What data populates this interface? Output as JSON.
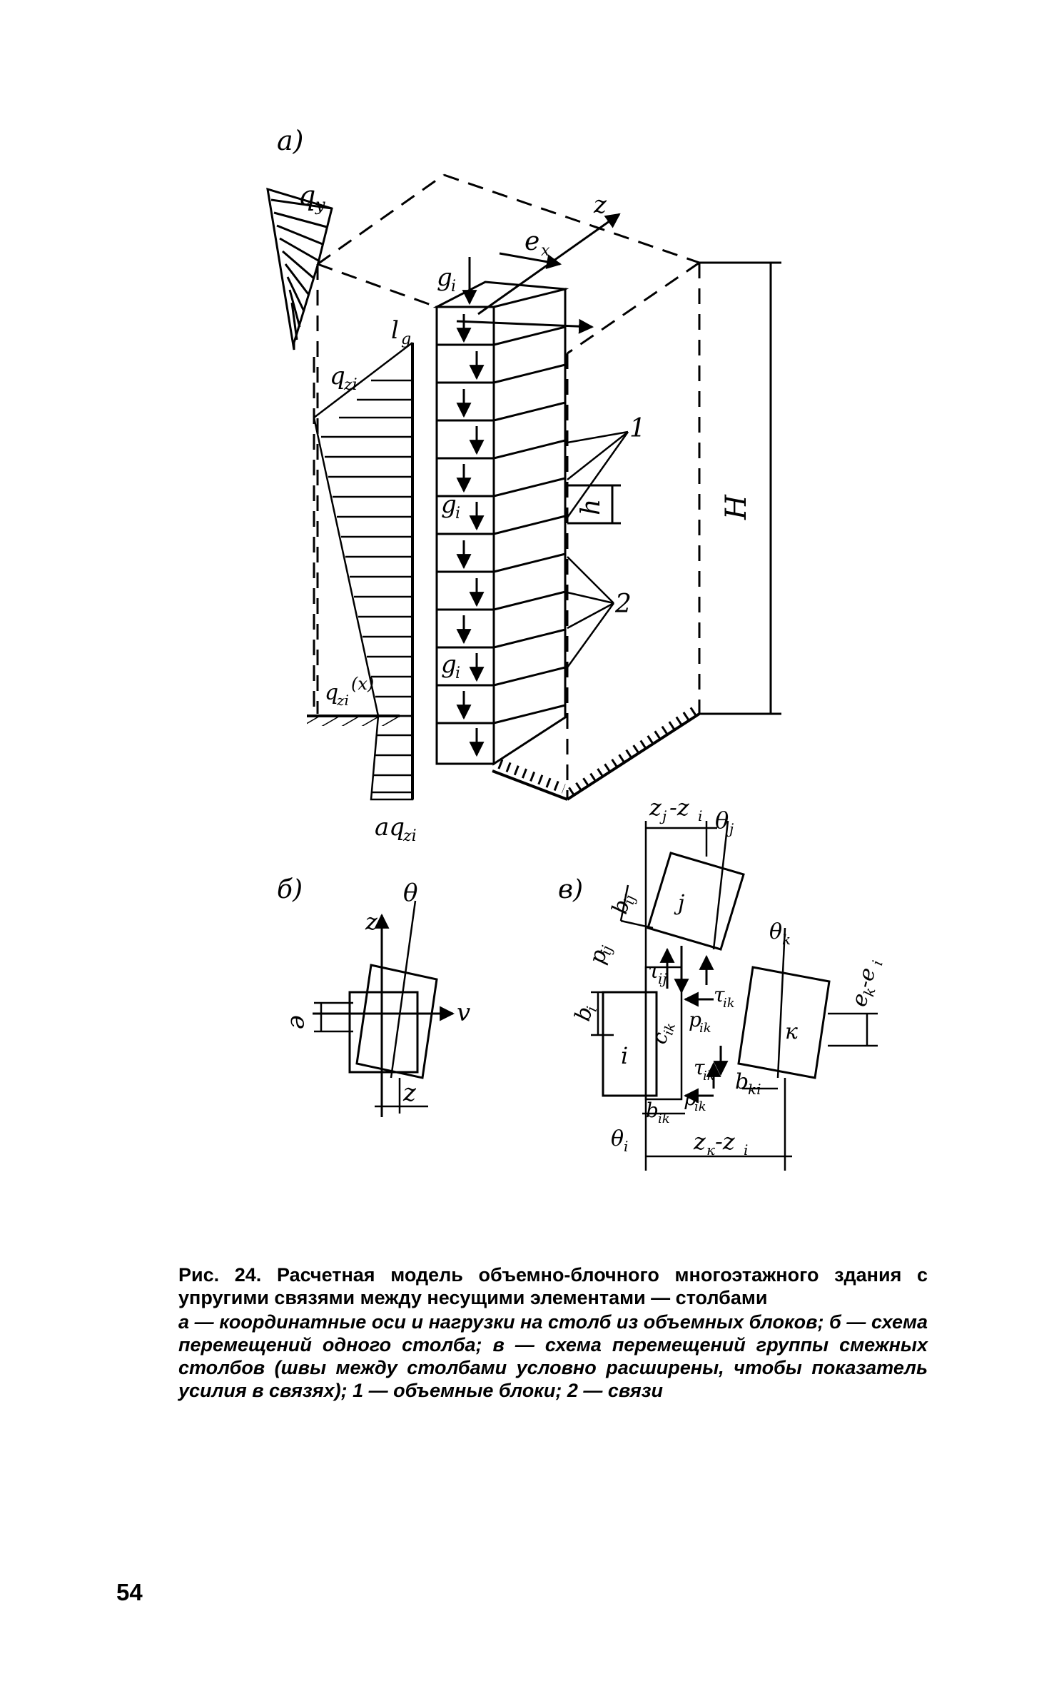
{
  "figure": {
    "panel_a": {
      "tag": "a)",
      "labels": {
        "qy": "q",
        "qy_sub": "y",
        "ex": "e",
        "ex_sub": "x",
        "z": "z",
        "gi_top": "g",
        "gi_top_sub": "i",
        "gi_mid": "g",
        "gi_mid_sub": "i",
        "gi_bot": "g",
        "gi_bot_sub": "i",
        "lg": "l",
        "lg_sub": "g",
        "qzi": "q",
        "qzi_sub": "zi",
        "qzix": "q",
        "qzix_sub": "zi",
        "qzix_tail": "(x)",
        "aqzi": "aq",
        "aqzi_sub": "zi",
        "h": "h",
        "H": "H",
        "one": "1",
        "two": "2"
      }
    },
    "panel_b": {
      "tag": "б)",
      "labels": {
        "z": "z",
        "theta": "θ",
        "v": "v",
        "e": "e",
        "z_bottom": "z"
      }
    },
    "panel_c": {
      "tag": "в)",
      "labels": {
        "zj_zi": "z",
        "zj_zi_sub": "j",
        "zj_zi_mid": "-z",
        "zj_zi_sub2": "i",
        "theta_j": "θ",
        "theta_j_sub": "j",
        "bij": "b",
        "bij_sub": "ij",
        "j": "j",
        "pij": "p",
        "pij_sub": "ij",
        "tij": "τ",
        "tij_sub": "ij",
        "theta_k": "θ",
        "theta_k_sub": "k",
        "ek_ei": "e",
        "ek_ei_sub": "k",
        "ek_ei_mid": "-e",
        "ek_ei_sub2": "i",
        "tik_top": "τ",
        "tik_top_sub": "ik",
        "pik_mid": "p",
        "pik_mid_sub": "ik",
        "bi": "b",
        "bi_sub": "i",
        "cik": "c",
        "cik_sub": "ik",
        "i": "i",
        "k": "к",
        "tik": "τ",
        "tik_sub": "ik",
        "bki": "b",
        "bki_sub": "ki",
        "pik": "p",
        "pik_sub": "ik",
        "bik": "b",
        "bik_sub": "ik",
        "theta_i": "θ",
        "theta_i_sub": "i",
        "zk_zi": "z",
        "zk_zi_sub": "к",
        "zk_zi_mid": "-z",
        "zk_zi_sub2": "i"
      }
    }
  },
  "caption": {
    "title": "Рис. 24. Расчетная модель объемно-блочного многоэтажного здания с упругими связями между несущими элементами — столбами",
    "body": "а — координатные оси и нагрузки на столб из объемных блоков; б — схема перемещений одного столба; в — схема перемещений группы смежных столбов (швы между столбами условно расширены, чтобы показатель усилия в связях); 1 — объемные блоки; 2 — связи"
  },
  "page_number": "54"
}
